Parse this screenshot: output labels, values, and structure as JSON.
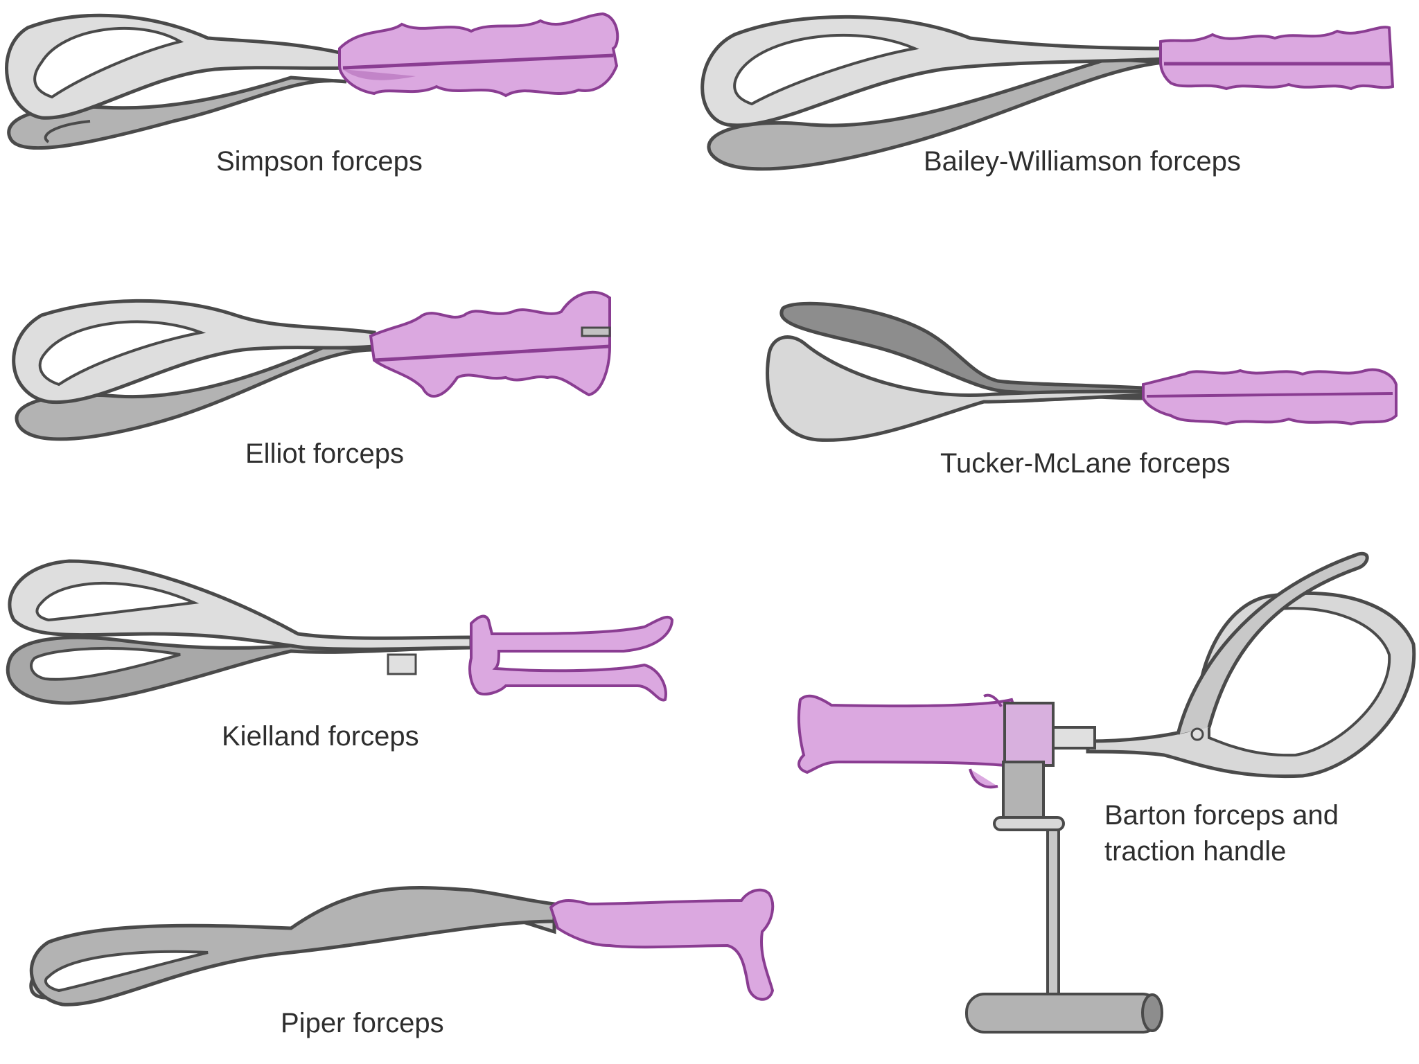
{
  "figure": {
    "labels": {
      "simpson": "Simpson forceps",
      "bailey": "Bailey-Williamson forceps",
      "elliot": "Elliot forceps",
      "tucker": "Tucker-McLane forceps",
      "kielland": "Kielland forceps",
      "piper": "Piper forceps",
      "barton_line1": "Barton forceps and",
      "barton_line2": "traction handle"
    }
  },
  "colors": {
    "steel_light": "#dcdcdc",
    "steel_mid": "#a8a8a8",
    "steel_dark": "#7a7a7a",
    "outline": "#4a4a4a",
    "handle_pink": "#dba8e0",
    "handle_pink_dark": "#b06cb8",
    "handle_line": "#8a3d92",
    "text": "#2e2e2e"
  }
}
